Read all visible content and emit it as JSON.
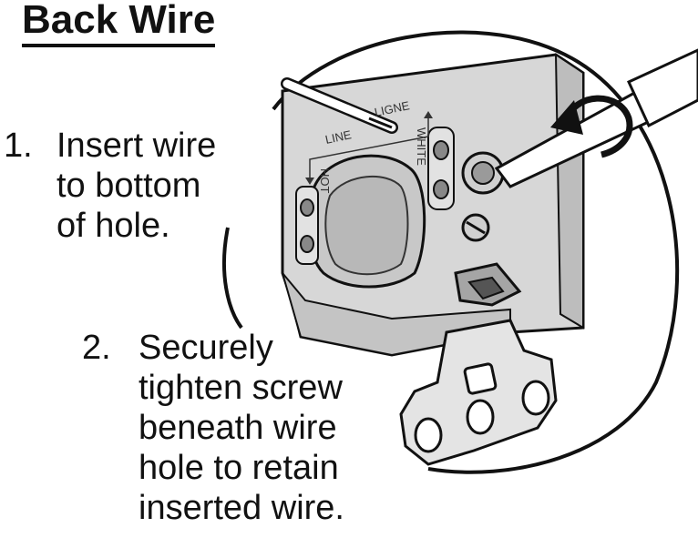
{
  "title": "Back Wire",
  "steps": [
    {
      "number": "1.",
      "text": "Insert wire\nto bottom\nof hole."
    },
    {
      "number": "2.",
      "text": "Securely\ntighten screw\nbeneath wire\nhole to retain\ninserted wire."
    }
  ],
  "device_labels": {
    "line": "LINE",
    "ligne": "LIGNE",
    "white": "WHITE",
    "hot": "HOT"
  }
}
